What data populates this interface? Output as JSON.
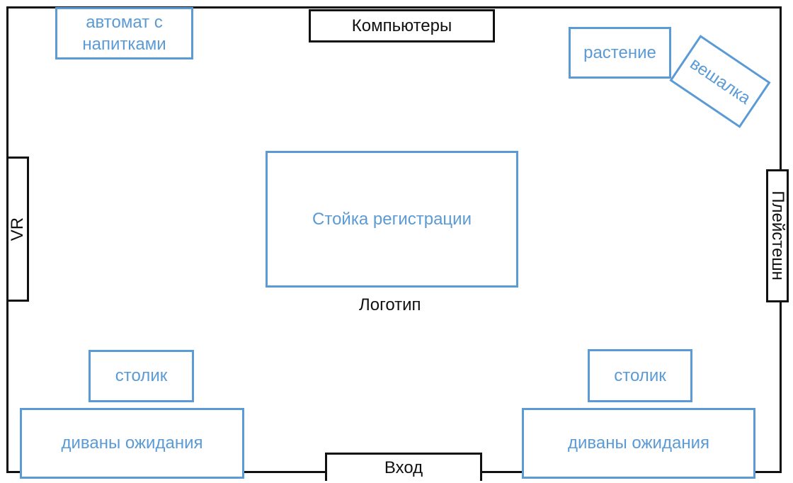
{
  "colors": {
    "furniture_outline": "#5B9BD5",
    "wall_outline": "#111111",
    "background": "#ffffff"
  },
  "plan": {
    "vending_machine": "автомат с напитками",
    "computers": "Компьютеры",
    "plant": "растение",
    "coat_rack": "вешалка",
    "reception_desk": "Стойка регистрации",
    "logo": "Логотип",
    "vr": "VR",
    "playstation": "Плейстешн",
    "table_left": "столик",
    "table_right": "столик",
    "sofas_left": "диваны ожидания",
    "sofas_right": "диваны ожидания",
    "entrance": "Вход"
  }
}
